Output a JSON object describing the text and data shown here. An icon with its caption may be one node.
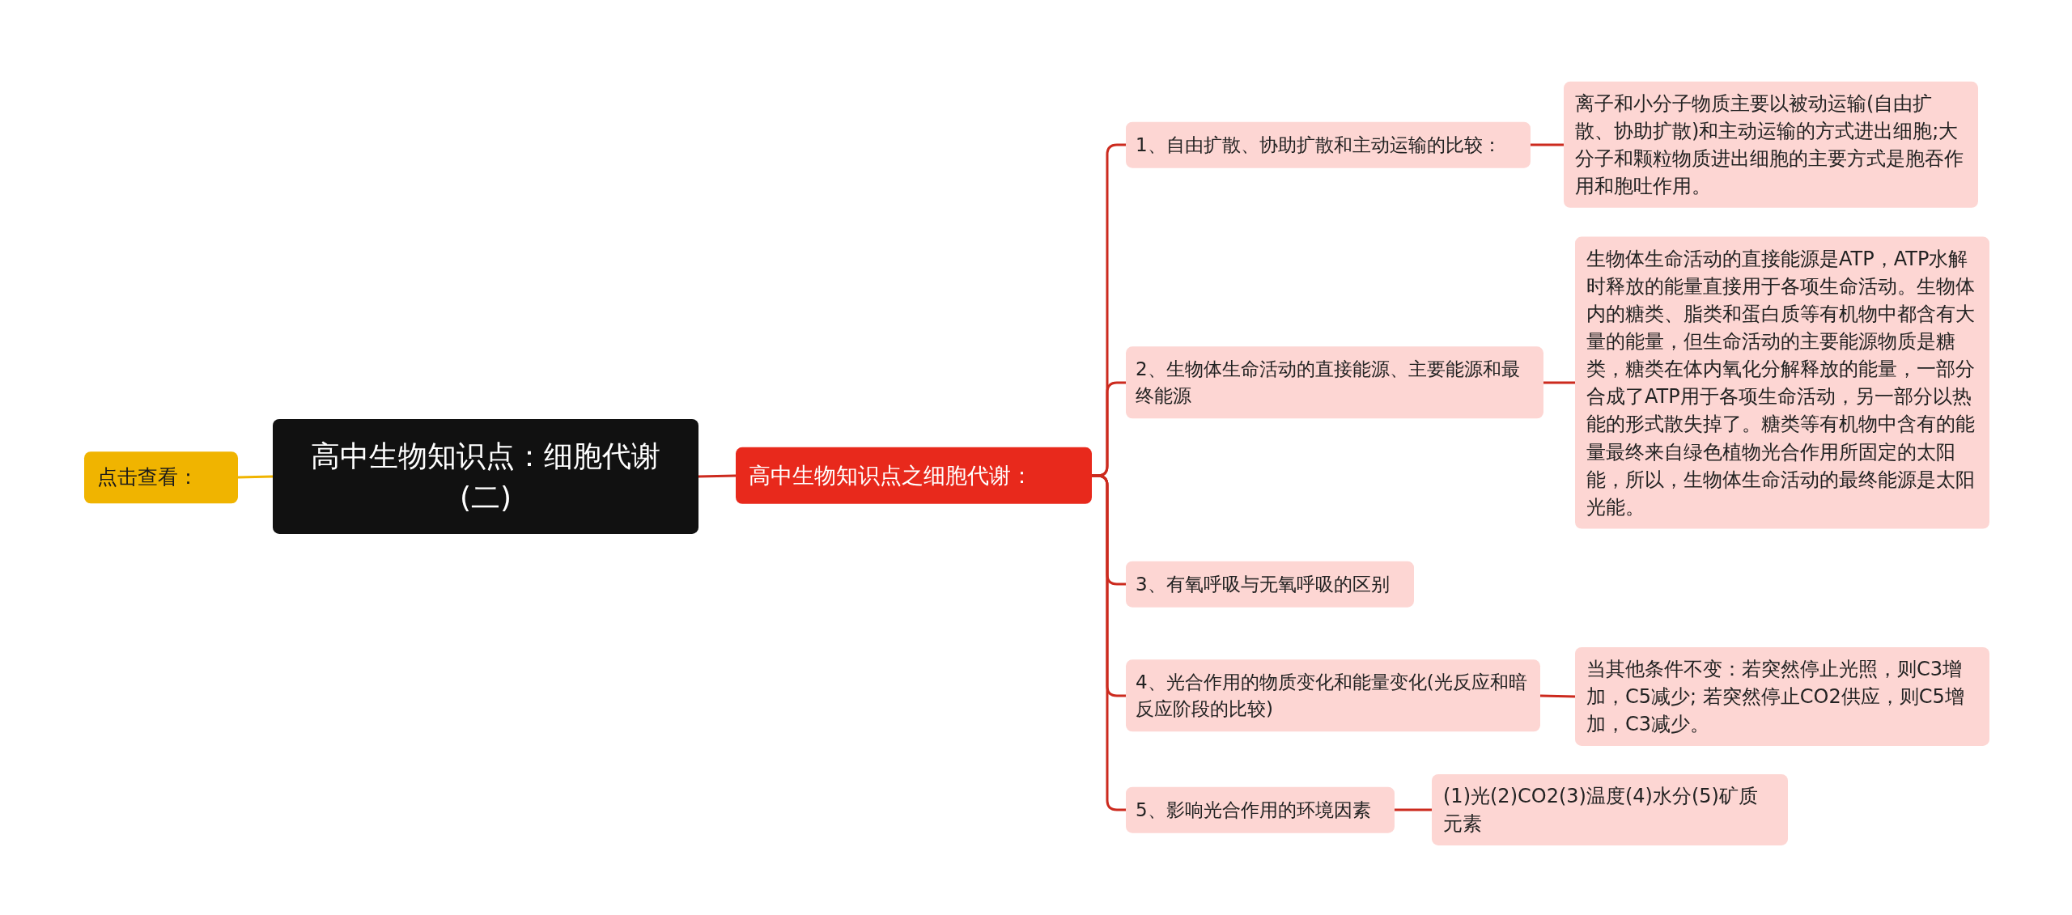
{
  "diagram": {
    "nodes": [
      {
        "text": [
          "点击查看："
        ]
      },
      {
        "text": [
          "高中生物知识点：细胞代谢(二)"
        ]
      },
      {
        "text": [
          "高中生物知识点之细胞代谢："
        ]
      },
      {
        "text": [
          "1、自由扩散、协助扩散和主动运输的比较："
        ]
      },
      {
        "text": [
          "离子和小分子物质主要以被动运输(自由扩散、协助扩散)和主动运输的方式进出细胞;大分子和颗粒物质进出细胞的主要方式是胞吞作用和胞吐作用。"
        ]
      },
      {
        "text": [
          "2、生物体生命活动的直接能源、主要能源和最终能源"
        ]
      },
      {
        "text": [
          "生物体生命活动的直接能源是ATP，ATP水解时释放的能量直接用于各项生命活动。生物体内的糖类、脂类和蛋白质等有机物中都含有大量的能量，但生命活动的主要能源物质是糖类，糖类在体内氧化分解释放的能量，一部分合成了ATP用于各项生命活动，另一部分以热能的形式散失掉了。糖类等有机物中含有的能量最终来自绿色植物光合作用所固定的太阳能，所以，生物体生命活动的最终能源是太阳光能。"
        ]
      },
      {
        "text": [
          "3、有氧呼吸与无氧呼吸的区别"
        ]
      },
      {
        "text": [
          "4、光合作用的物质变化和能量变化(光反应和暗反应阶段的比较)"
        ]
      },
      {
        "text": [
          "当其他条件不变：若突然停止光照，则C3增加，C5减少; 若突然停止CO2供应，则C5增加，C3减少。"
        ]
      },
      {
        "text": [
          "5、影响光合作用的环境因素"
        ]
      },
      {
        "text": [
          "(1)光(2)CO2(3)温度(4)水分(5)矿质元素"
        ]
      }
    ],
    "edges": [
      {
        "from": 1,
        "to": 0,
        "arrow": "none",
        "color": "#f0b400"
      },
      {
        "from": 1,
        "to": 2,
        "arrow": "none"
      },
      {
        "from": 2,
        "to": 3,
        "arrow": "none"
      },
      {
        "from": 2,
        "to": 5,
        "arrow": "none"
      },
      {
        "from": 2,
        "to": 7,
        "arrow": "none"
      },
      {
        "from": 2,
        "to": 8,
        "arrow": "none"
      },
      {
        "from": 2,
        "to": 10,
        "arrow": "none"
      },
      {
        "from": 3,
        "to": 4,
        "arrow": "none"
      },
      {
        "from": 5,
        "to": 6,
        "arrow": "none"
      },
      {
        "from": 8,
        "to": 9,
        "arrow": "none"
      },
      {
        "from": 10,
        "to": 11,
        "arrow": "none"
      }
    ]
  }
}
